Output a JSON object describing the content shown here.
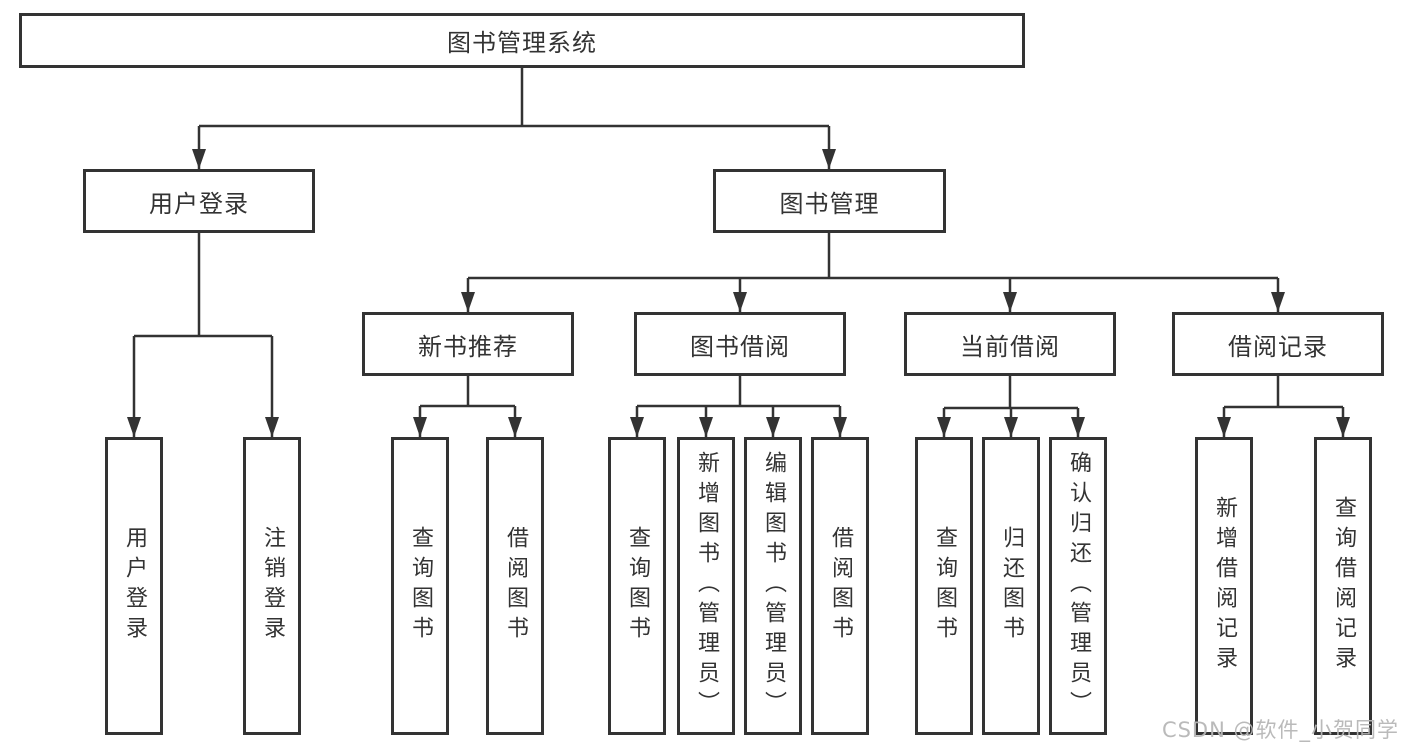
{
  "diagram": {
    "root": "图书管理系统",
    "children": [
      {
        "label": "用户登录",
        "children": [
          {
            "label": "用户登录"
          },
          {
            "label": "注销登录"
          }
        ]
      },
      {
        "label": "图书管理",
        "children": [
          {
            "label": "新书推荐",
            "children": [
              {
                "label": "查询图书"
              },
              {
                "label": "借阅图书"
              }
            ]
          },
          {
            "label": "图书借阅",
            "children": [
              {
                "label": "查询图书"
              },
              {
                "label": "新增图书（管理员）"
              },
              {
                "label": "编辑图书（管理员）"
              },
              {
                "label": "借阅图书"
              }
            ]
          },
          {
            "label": "当前借阅",
            "children": [
              {
                "label": "查询图书"
              },
              {
                "label": "归还图书"
              },
              {
                "label": "确认归还（管理员）"
              }
            ]
          },
          {
            "label": "借阅记录",
            "children": [
              {
                "label": "新增借阅记录"
              },
              {
                "label": "查询借阅记录"
              }
            ]
          }
        ]
      }
    ]
  },
  "watermark": "CSDN @软件_小贺同学",
  "colors": {
    "line": "#333333",
    "text": "#333333",
    "box_background": "#ffffff",
    "background": "#ffffff",
    "watermark": "#b6b6b6"
  }
}
